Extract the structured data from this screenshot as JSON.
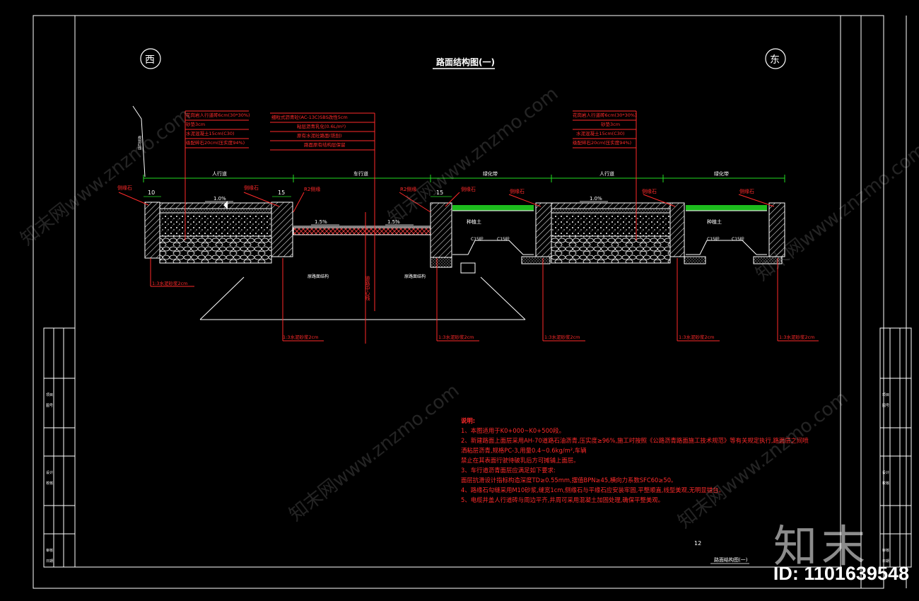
{
  "drawing": {
    "title": "路面结构图(一)",
    "direction_west": "西",
    "direction_east": "东",
    "page_number": "12",
    "footer_title": "路面结构图(一)",
    "side_label": "规划红线",
    "top_labels": {
      "sidewalk_left": "人行道",
      "carriageway": "车行道",
      "green_belt_1": "绿化带",
      "sidewalk_right": "人行道",
      "green_belt_2": "绿化带"
    },
    "dims": {
      "d10": "10",
      "d15a": "15",
      "d15b": "15"
    },
    "slope_labels": {
      "sidewalk_left": "1.0%",
      "road_left": "1.5%",
      "road_right": "1.5%",
      "sidewalk_right": "1.0%"
    },
    "kerb_labels": {
      "left_edge": "侧缘石",
      "left_kerb": "侧缘石",
      "r2_left": "R2侧缘",
      "r2_right": "R2侧缘",
      "kerb_c": "侧缘石",
      "kerb_d": "侧缘石",
      "kerb_e": "侧缘石",
      "kerb_f": "侧缘石"
    },
    "fill_labels": {
      "planting_1": "种植土",
      "planting_2": "种植土"
    },
    "c15_labels": [
      "C15砼",
      "C15砼",
      "C15砼",
      "C15砼"
    ],
    "sidewalk_callouts_left": [
      "花岗岩人行道砖6cm(30*30%)",
      "砂垫3cm",
      "水泥混凝土15cm(C30)",
      "级配碎石20cm(压实度94%)"
    ],
    "road_callouts": [
      "细粒式沥青砼(AC-13C)SBS改性5cm",
      "粘层沥青乳化(0.6L/m²)",
      "原有水泥砼路面(铣刨)",
      "路面原有结构层保留"
    ],
    "sidewalk_callouts_right": [
      "花岗岩人行道砖6cm(30*30%)",
      "砂垫3cm",
      "水泥混凝土15cm(C30)",
      "级配碎石20cm(压实度94%)"
    ],
    "mortar_labels": [
      "1:3水泥砂浆2cm",
      "1:3水泥砂浆2cm",
      "1:3水泥砂浆2cm",
      "1:3水泥砂浆2cm",
      "1:3水泥砂浆2cm",
      "1:3水泥砂浆2cm"
    ],
    "structure_labels": {
      "left": "原路面结构",
      "right": "原路面结构",
      "center": "道路中心线"
    },
    "title_block_left": [
      "项目",
      "图号",
      "设计",
      "校核",
      "审核",
      "日期"
    ],
    "title_block_right": [
      "项目",
      "图号",
      "设计",
      "校核",
      "审核",
      "日期"
    ]
  },
  "notes": {
    "heading": "说明:",
    "items": [
      "1、本图适用于K0+000~K0+500段。",
      "2、新建路面上面层采用AH-70道路石油沥青,压实度≥96%,施工时按照《公路沥青路面施工技术规范》等有关规定执行,路面层之间喷洒粘层沥青,规格PC-3,用量0.4~0.6kg/m²,车辆",
      "禁止在其表面行驶待破乳后方可摊铺上面层。",
      "3、车行道沥青面层应满足如下要求:",
      "   面层抗滑设计指标构造深度TD≥0.55mm,摆值BPN≥45,横向力系数SFC60≥50。",
      "4、路缘石勾缝采用M10砂浆,缝宽1cm,侧缘石与平缘石应安装牢固,平整顺直,线型美观,无明显错台。",
      "5、电缆井盖人行道砖与周边平齐,井周可采用混凝土加固处理,确保平整美观。"
    ]
  },
  "branding": {
    "logo": "知末",
    "id_text": "ID: 1101639548",
    "watermark": "知末网www.znzmo.com"
  },
  "colors": {
    "background": "#000000",
    "line": "#ffffff",
    "annotation": "#ff2a2a",
    "green": "#22dd22"
  }
}
